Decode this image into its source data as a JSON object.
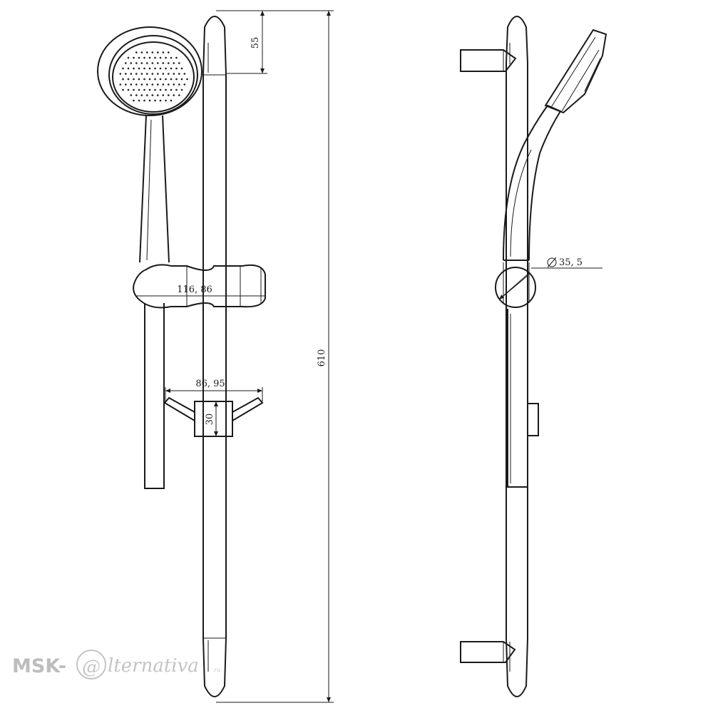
{
  "dimensions": {
    "top_offset": "55",
    "total_length": "610",
    "holder_width": "116, 86",
    "bracket_width": "86, 95",
    "bracket_height": "30",
    "diameter": "35, 5"
  },
  "watermark": {
    "prefix": "MSK-",
    "brand": "lternativa",
    "suffix": ".ru"
  }
}
